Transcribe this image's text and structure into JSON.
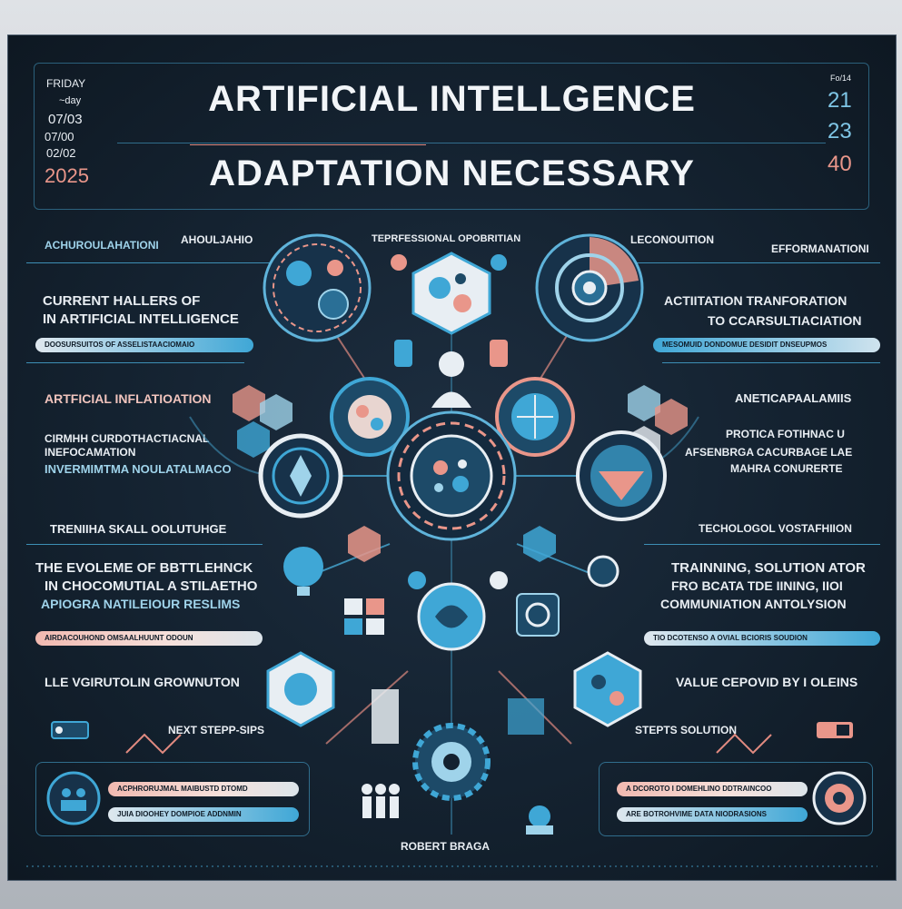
{
  "header": {
    "title_line1": "ARTIFICIAL INTELLGENCE",
    "title_line2": "ADAPTATION NECESSARY",
    "left_dates": [
      "FRIDAY",
      "~day",
      "07/03",
      "07/00",
      "02/02",
      "2025"
    ],
    "right_dates": [
      "Fo/14",
      "21",
      "23",
      "40"
    ]
  },
  "top_labels": {
    "far_left": "ACHUROULAHATIONI",
    "left": "AHOULJAHIO",
    "center": "TEPRFESSIONAL OPOBRITIAN",
    "right": "LECONOUITION",
    "far_right": "EFFORMANATIONI"
  },
  "left_panel": {
    "heading1": "CURRENT HALLERS OF",
    "heading1b": "IN ARTIFICIAL INTELLIGENCE",
    "pill1": "DOOSURSUITOS OF ASSELISTAACIOMAIO",
    "section2": "ARTFICIAL INFLATIOATION",
    "block2a": "CIRMHH CURDOTHACTIACNAL",
    "block2b": "INEFOCAMATION",
    "block2c": "INVERMIMTMA NOULATALMACO",
    "section3": "TRENIIHA SKALL OOLUTUHGE",
    "block3a": "THE EVOLEME OF BBTTLEHNCK",
    "block3b": "IN CHOCOMUTIAL A STILAETHO",
    "block3c": "APIOGRA NATILEIOUR RESLIMS",
    "pill3": "AIRDACOUHOND OMSAALHUUNT ODOUN",
    "section4": "LLE VGIRUTOLIN GROWNUTON",
    "next_steps": "NEXT STEPP-SIPS",
    "pill4a": "ACPHRORUJMAL MAIBUSTD DTOMD",
    "pill4b": "JUIA DIOOHEY DOMPIOE ADDNMIN"
  },
  "right_panel": {
    "heading1": "ACTIITATION TRANFORATION",
    "heading1b": "TO CCARSULTIACIATION",
    "pill1": "MESOMUID DONDOMUE DESIDIT DNSEUPMOS",
    "section2": "ANETICAPAALAMIIS",
    "block2a": "PROTICA FOTIHNAC U",
    "block2b": "AFSENBRGA CACURBAGE LAE",
    "block2c": "MAHRA CONURERTE",
    "section3": "TECHOLOGOL VOSTAFHIION",
    "block3a": "TRAINNING, SOLUTION ATOR",
    "block3b": "FRO BCATA TDE IINING, IIOI",
    "block3c": "COMMUNIATION ANTOLYSION",
    "pill3": "TIO DCOTENSO A OVIAL BCIORIS SOUDION",
    "section4": "VALUE CEPOVID BY I OLEINS",
    "steps_solution": "STEPTS SOLUTION",
    "pill4a": "A DCOROTO I DOMEHLINO DDTRAINCOO",
    "pill4b": "ARE BOTROHVIME DATA   NIODRASIONS"
  },
  "footer": {
    "author": "ROBERT BRAGA"
  },
  "colors": {
    "background": "#142230",
    "accent_blue": "#3fa7d6",
    "accent_pink": "#e9968a",
    "text": "#e9eef3"
  }
}
